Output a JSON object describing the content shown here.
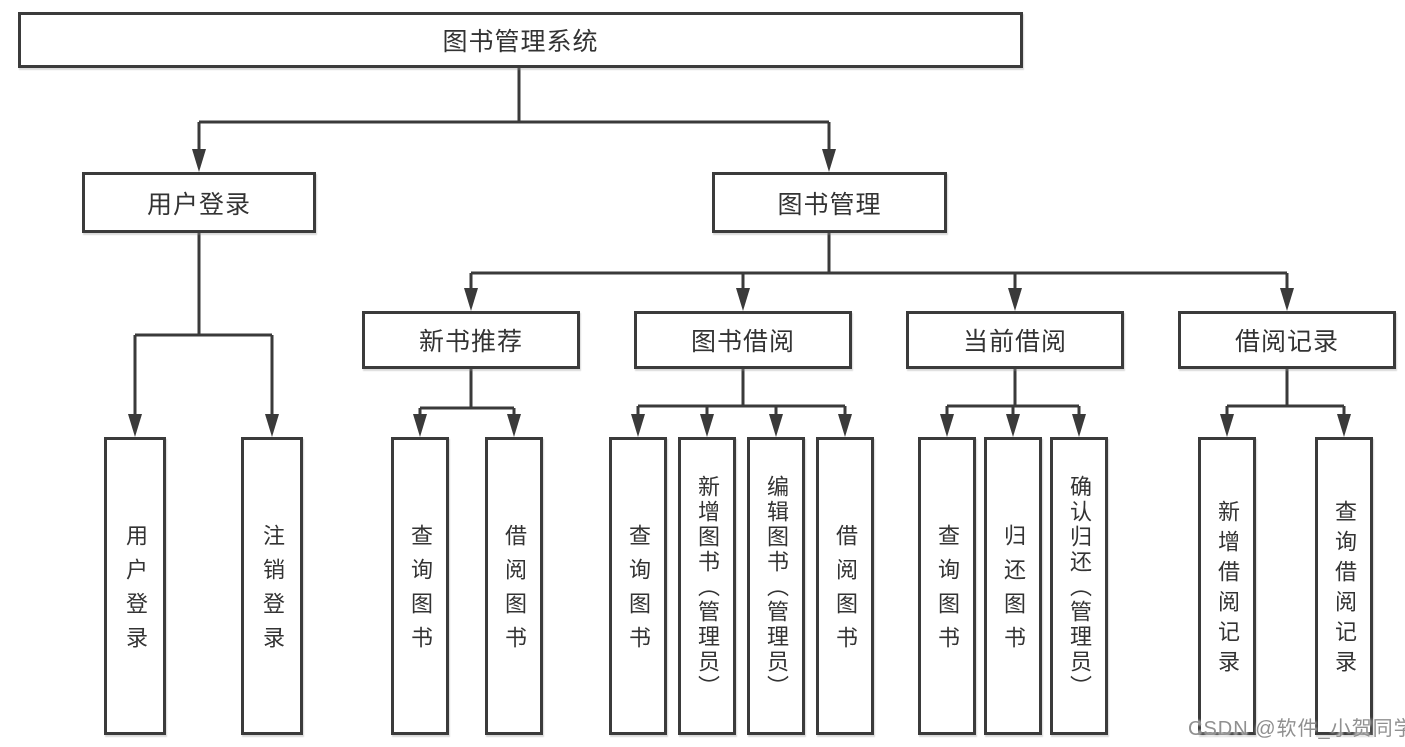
{
  "diagram_type": "hierarchy-tree",
  "watermark": "CSDN @软件_小贺同学",
  "colors": {
    "line": "#3a3a3a",
    "box_border": "#3b3b3b",
    "box_background": "#ffffff",
    "text": "#333333",
    "watermark_text": "#909090",
    "page_background": "#ffffff"
  },
  "tree": {
    "root": {
      "label": "图书管理系统"
    },
    "branches": [
      {
        "label": "用户登录",
        "children": [
          {
            "label": "用户登录"
          },
          {
            "label": "注销登录"
          }
        ]
      },
      {
        "label": "图书管理",
        "children": [
          {
            "label": "新书推荐",
            "children": [
              {
                "label": "查询图书"
              },
              {
                "label": "借阅图书"
              }
            ]
          },
          {
            "label": "图书借阅",
            "children": [
              {
                "label": "查询图书"
              },
              {
                "label": "新增图书（管理员）"
              },
              {
                "label": "编辑图书（管理员）"
              },
              {
                "label": "借阅图书"
              }
            ]
          },
          {
            "label": "当前借阅",
            "children": [
              {
                "label": "查询图书"
              },
              {
                "label": "归还图书"
              },
              {
                "label": "确认归还（管理员）"
              }
            ]
          },
          {
            "label": "借阅记录",
            "children": [
              {
                "label": "新增借阅记录"
              },
              {
                "label": "查询借阅记录"
              }
            ]
          }
        ]
      }
    ]
  }
}
